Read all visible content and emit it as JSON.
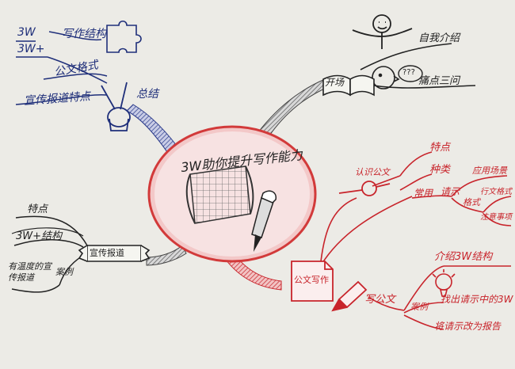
{
  "title": "3W助你提升写作能力",
  "colors": {
    "paper": "#ecebe6",
    "ink_blue": "#1f2f7a",
    "ink_black": "#222222",
    "ink_red": "#c8242b",
    "center_fill": "#f3c8c8",
    "sketch_gray": "#8a8a8a"
  },
  "branches": {
    "summary": {
      "label": "总结",
      "icon": "victory-hand-icon",
      "nodes": {
        "n3w": "3W",
        "n3wplus": "3W+",
        "structure": "写作结构",
        "format": "公文格式",
        "report": "宣传报道特点"
      }
    },
    "opening": {
      "label": "开场",
      "icon": "open-book-icon",
      "nodes": {
        "intro": "自我介绍",
        "pain": "痛点三问",
        "bubble": "???"
      }
    },
    "publicity": {
      "label": "宣传报道",
      "icon": "banner-scroll-icon",
      "nodes": {
        "features": "特点",
        "structure": "3W+结构",
        "cases": "案例",
        "example": "有温度的宣传报道"
      }
    },
    "official": {
      "label": "公文写作",
      "icon": "document-icon",
      "recognize": {
        "label": "认识公文",
        "icon": "magnifier-icon",
        "nodes": {
          "traits": "特点",
          "types": "种类",
          "common": "常用",
          "request": "请示",
          "scenario": "应用场景",
          "format": "格式",
          "standard": "行文格式",
          "precautions": "注意事项"
        }
      },
      "writing": {
        "label": "写公文",
        "icon": "pen-icon",
        "nodes": {
          "intro3w": "介绍3W结构",
          "cases": "案例",
          "find3w": "找出请示中的3W",
          "rewrite": "将请示改为报告"
        }
      }
    }
  }
}
